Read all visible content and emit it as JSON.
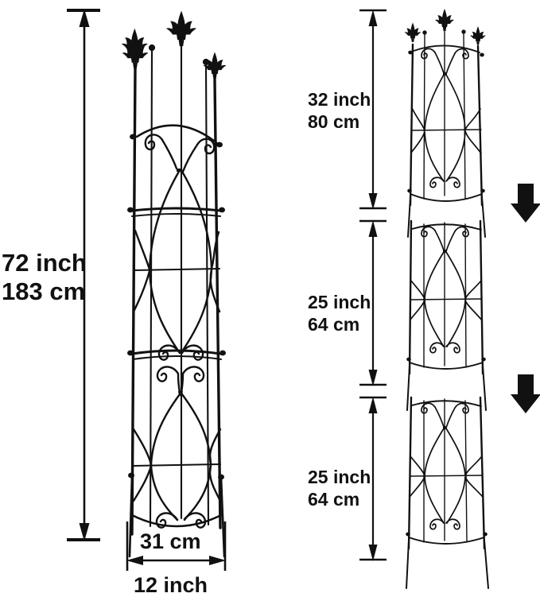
{
  "diagram": {
    "title": "Garden Trellis Dimension Diagram",
    "type": "product-dimension-illustration",
    "background_color": "#ffffff",
    "line_color": "#111111",
    "assembled": {
      "name": "assembled-trellis",
      "height_label_line1": "72 inch",
      "height_label_line2": "183 cm",
      "width_label_top": "31 cm",
      "width_label_bottom": "12 inch",
      "panel_count": 3
    },
    "panels": [
      {
        "name": "top-panel",
        "label_line1": "32 inch",
        "label_line2": "80 cm"
      },
      {
        "name": "middle-panel",
        "label_line1": "25 inch",
        "label_line2": "64 cm"
      },
      {
        "name": "bottom-panel",
        "label_line1": "25 inch",
        "label_line2": "64 cm"
      }
    ],
    "stack_arrows": [
      {
        "name": "stack-arrow-upper",
        "direction": "down"
      },
      {
        "name": "stack-arrow-lower",
        "direction": "down"
      }
    ]
  }
}
